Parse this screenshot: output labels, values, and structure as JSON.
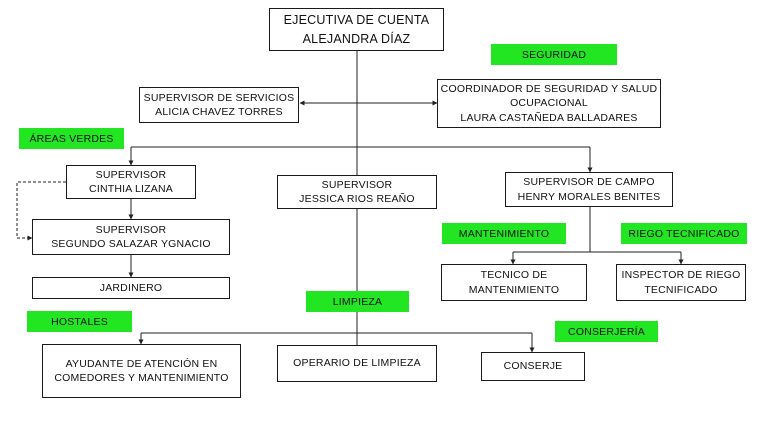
{
  "tags": {
    "seguridad": "SEGURIDAD",
    "areas_verdes": "ÁREAS VERDES",
    "mantenimiento": "MANTENIMIENTO",
    "riego": "RIEGO TECNIFICADO",
    "limpieza": "LIMPIEZA",
    "hostales": "HOSTALES",
    "conserjeria": "CONSERJERÍA"
  },
  "nodes": {
    "ejecutiva": {
      "role": "EJECUTIVA DE CUENTA",
      "name": "ALEJANDRA DÍAZ"
    },
    "sup_servicios": {
      "role": "SUPERVISOR DE SERVICIOS",
      "name": "ALICIA CHAVEZ TORRES"
    },
    "coord_seguridad": {
      "role": "COORDINADOR DE SEGURIDAD Y SALUD",
      "role2": "OCUPACIONAL",
      "name": "LAURA CASTAÑEDA BALLADARES"
    },
    "sup_cinthia": {
      "role": "SUPERVISOR",
      "name": "CINTHIA LIZANA"
    },
    "sup_jessica": {
      "role": "SUPERVISOR",
      "name": "JESSICA RIOS REAÑO"
    },
    "sup_campo": {
      "role": "SUPERVISOR DE CAMPO",
      "name": "HENRY MORALES BENITES"
    },
    "sup_segundo": {
      "role": "SUPERVISOR",
      "name": "SEGUNDO SALAZAR YGNACIO"
    },
    "jardinero": {
      "role": "JARDINERO"
    },
    "tecnico": {
      "role": "TECNICO DE",
      "role2": "MANTENIMIENTO"
    },
    "inspector": {
      "role": "INSPECTOR DE RIEGO",
      "role2": "TECNIFICADO"
    },
    "ayudante": {
      "role": "AYUDANTE DE ATENCIÓN EN",
      "role2": "COMEDORES Y MANTENIMIENTO"
    },
    "operario": {
      "role": "OPERARIO DE LIMPIEZA"
    },
    "conserje": {
      "role": "CONSERJE"
    }
  }
}
